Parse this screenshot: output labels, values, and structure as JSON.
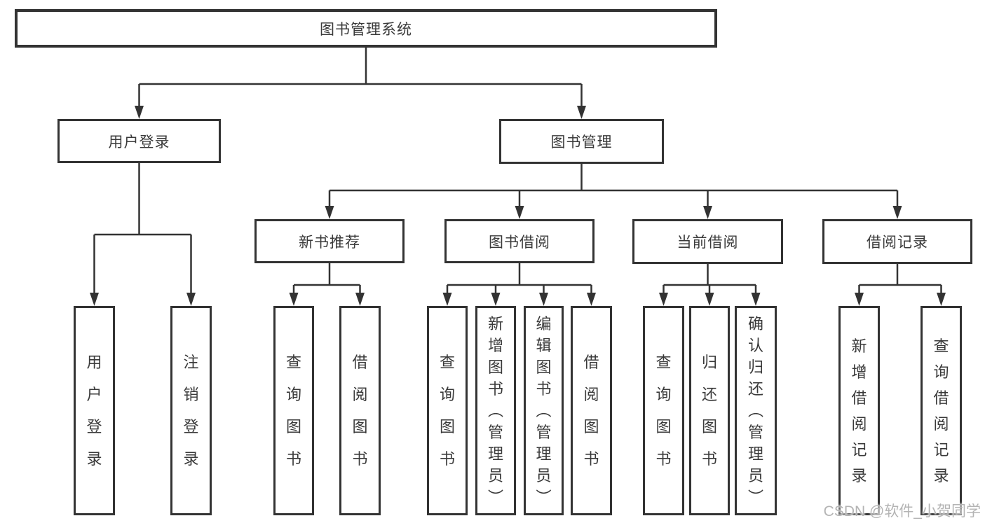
{
  "diagram_title": "图书管理系统",
  "colors": {
    "line": "#333333",
    "box_border": "#333333",
    "text": "#3a3a3a",
    "background": "#ffffff",
    "watermark": "#b4b4b4"
  },
  "nodes": {
    "root": {
      "label": "图书管理系统"
    },
    "level2": [
      {
        "id": "user-login",
        "label": "用户登录"
      },
      {
        "id": "book-management",
        "label": "图书管理"
      }
    ],
    "level3": [
      {
        "id": "new-book-recommend",
        "label": "新书推荐"
      },
      {
        "id": "book-borrow",
        "label": "图书借阅"
      },
      {
        "id": "current-borrow",
        "label": "当前借阅"
      },
      {
        "id": "borrow-records",
        "label": "借阅记录"
      }
    ],
    "leaves": [
      {
        "parent": "user-login",
        "label": "用户登录"
      },
      {
        "parent": "user-login",
        "label": "注销登录"
      },
      {
        "parent": "new-book-recommend",
        "label": "查询图书"
      },
      {
        "parent": "new-book-recommend",
        "label": "借阅图书"
      },
      {
        "parent": "book-borrow",
        "label": "查询图书"
      },
      {
        "parent": "book-borrow",
        "label": "新增图书（管理员）"
      },
      {
        "parent": "book-borrow",
        "label": "编辑图书（管理员）"
      },
      {
        "parent": "book-borrow",
        "label": "借阅图书"
      },
      {
        "parent": "current-borrow",
        "label": "查询图书"
      },
      {
        "parent": "current-borrow",
        "label": "归还图书"
      },
      {
        "parent": "current-borrow",
        "label": "确认归还（管理员）"
      },
      {
        "parent": "borrow-records",
        "label": "新增借阅记录"
      },
      {
        "parent": "borrow-records",
        "label": "查询借阅记录"
      }
    ]
  },
  "watermark": "CSDN @软件_小贺同学"
}
